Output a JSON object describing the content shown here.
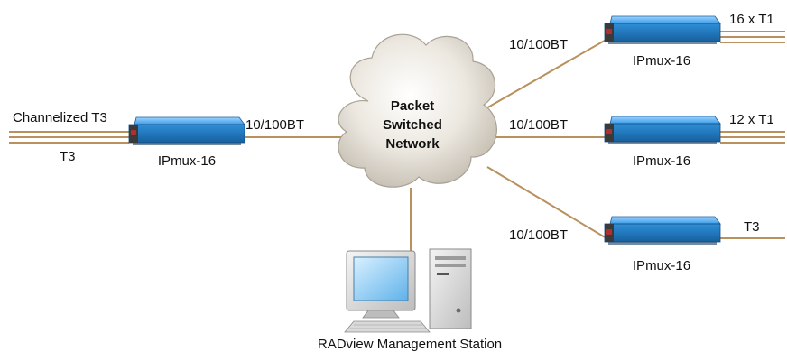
{
  "cloud": {
    "line1": "Packet",
    "line2": "Switched",
    "line3": "Network"
  },
  "devices": {
    "left": "IPmux-16",
    "right_top": "IPmux-16",
    "right_middle": "IPmux-16",
    "right_bottom": "IPmux-16"
  },
  "links": {
    "left_uplink": "10/100BT",
    "top_uplink": "10/100BT",
    "middle_uplink": "10/100BT",
    "bottom_uplink": "10/100BT"
  },
  "interfaces": {
    "channelized_t3": "Channelized T3",
    "left_t3": "T3",
    "top_t1": "16 x T1",
    "middle_t1": "12 x T1",
    "bottom_t3": "T3"
  },
  "station": {
    "label": "RADview Management Station"
  },
  "colors": {
    "link": "#b8915e",
    "device_blue": "#2e8fd8",
    "device_dark": "#1a5f9e",
    "cloud_fill": "#ece8e0",
    "cloud_shade": "#c9c2b6",
    "indicator_red": "#b03030"
  }
}
